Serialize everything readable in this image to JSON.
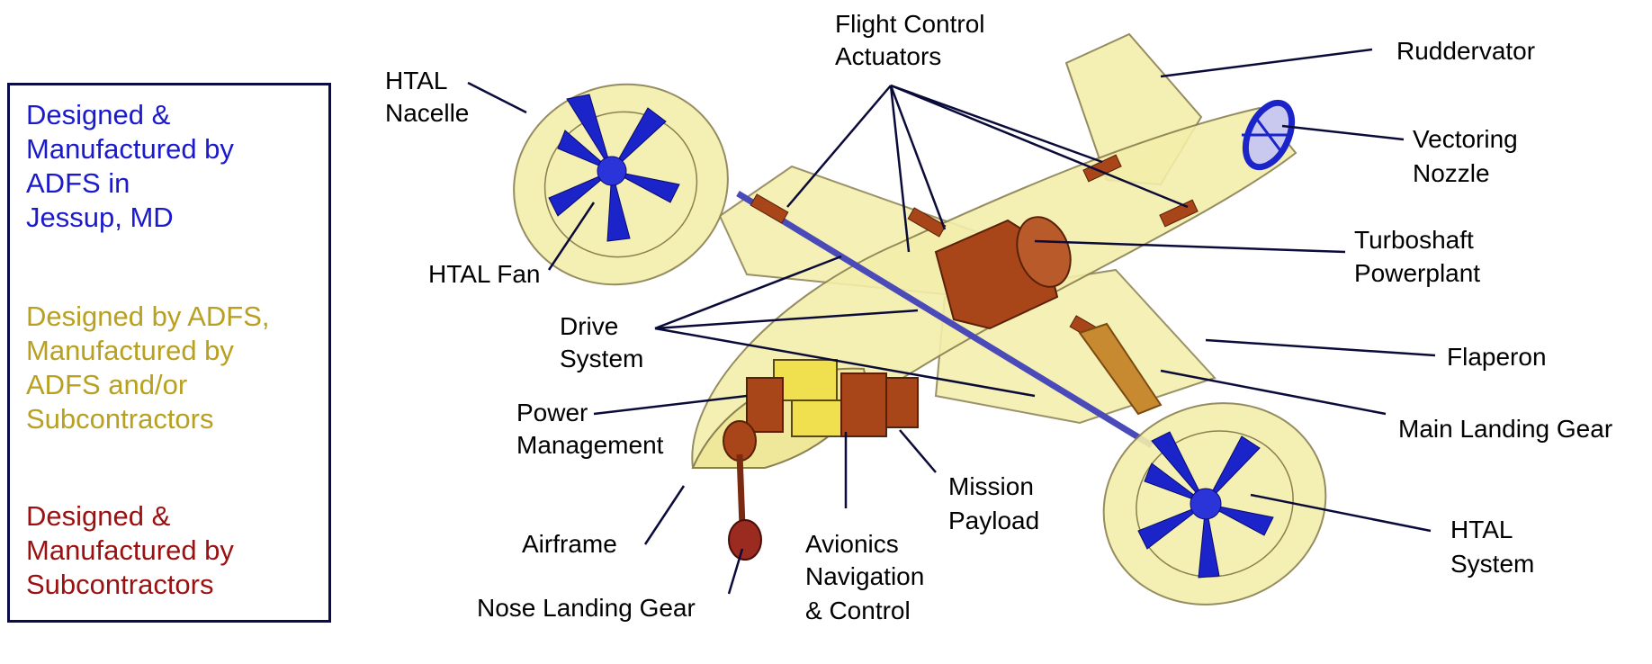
{
  "legend": {
    "adfs": {
      "text": "Designed &\nManufactured by\nADFS in\nJessup, MD",
      "color": "#1a1acc"
    },
    "shared": {
      "text": "Designed by ADFS,\nManufactured by\nADFS and/or\nSubcontractors",
      "color": "#b8a020"
    },
    "sub": {
      "text": "Designed &\nManufactured by\nSubcontractors",
      "color": "#9b1010"
    }
  },
  "labels": {
    "flight_control": [
      "Flight Control",
      "Actuators"
    ],
    "htal_nacelle": [
      "HTAL",
      "Nacelle"
    ],
    "htal_fan": [
      "HTAL Fan"
    ],
    "drive_system": [
      "Drive",
      "System"
    ],
    "power_management": [
      "Power",
      "Management"
    ],
    "airframe": [
      "Airframe"
    ],
    "nose_landing_gear": [
      "Nose Landing Gear"
    ],
    "avionics": [
      "Avionics",
      "Navigation",
      "& Control"
    ],
    "mission_payload": [
      "Mission",
      "Payload"
    ],
    "ruddervator": [
      "Ruddervator"
    ],
    "vectoring_nozzle": [
      "Vectoring",
      "Nozzle"
    ],
    "turboshaft": [
      "Turboshaft",
      "Powerplant"
    ],
    "flaperon": [
      "Flaperon"
    ],
    "main_landing_gear": [
      "Main Landing Gear"
    ],
    "htal_system": [
      "HTAL",
      "System"
    ]
  },
  "colors": {
    "shell": "#f3eeaa",
    "shell_stroke": "#8a8050",
    "fan": "#1a24c8",
    "component": "#a8461a",
    "avionics_box": "#f0e050",
    "leader": "#0b0b3a"
  }
}
